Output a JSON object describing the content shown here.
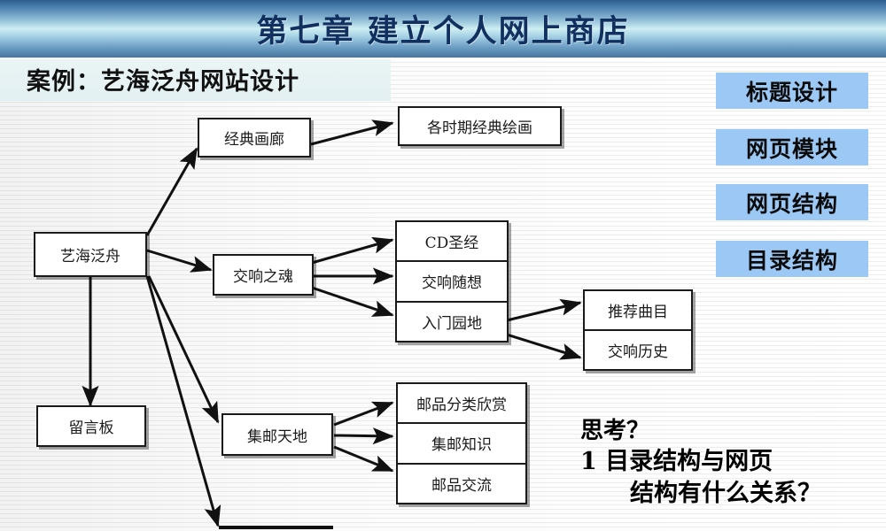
{
  "slide": {
    "title": "第七章  建立个人网上商店",
    "subtitle": "案例：艺海泛舟网站设计"
  },
  "nav_buttons": [
    {
      "label": "标题设计"
    },
    {
      "label": "网页模块"
    },
    {
      "label": "网页结构"
    },
    {
      "label": "目录结构"
    }
  ],
  "diagram": {
    "root": {
      "label": "艺海泛舟"
    },
    "nodes": [
      {
        "label": "经典画廊"
      },
      {
        "label": "交响之魂"
      },
      {
        "label": "留言板"
      },
      {
        "label": "集邮天地"
      }
    ],
    "leaf_single": {
      "label": "各时期经典绘画"
    },
    "stack_music": [
      "CD圣经",
      "交响随想",
      "入门园地"
    ],
    "stack_music_sub": [
      "推荐曲目",
      "交响历史"
    ],
    "stack_stamp": [
      "邮品分类欣赏",
      "集邮知识",
      "邮品交流"
    ]
  },
  "question": {
    "heading": "思考？",
    "line1": "1  目录结构与网页",
    "line2": "结构有什么关系？"
  },
  "colors": {
    "title_dark_blue": "#2d5d8e",
    "title_light_cyan": "#cdeef2",
    "title_text": "#11305f",
    "nav_button_bg": "#9cc8f5",
    "node_border": "#1a1a1a",
    "node_bg": "#ffffff",
    "subtitle_bg": "#eaf4f5"
  }
}
